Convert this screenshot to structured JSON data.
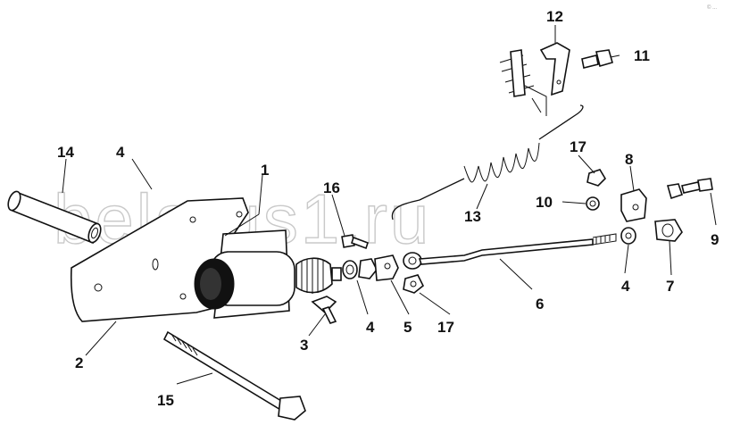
{
  "watermark": "belarus1.ru",
  "corner_mark": "© ...",
  "callouts": [
    "1",
    "2",
    "3",
    "4",
    "4",
    "4",
    "5",
    "6",
    "7",
    "8",
    "9",
    "10",
    "11",
    "12",
    "13",
    "14",
    "15",
    "16",
    "17",
    "17"
  ]
}
